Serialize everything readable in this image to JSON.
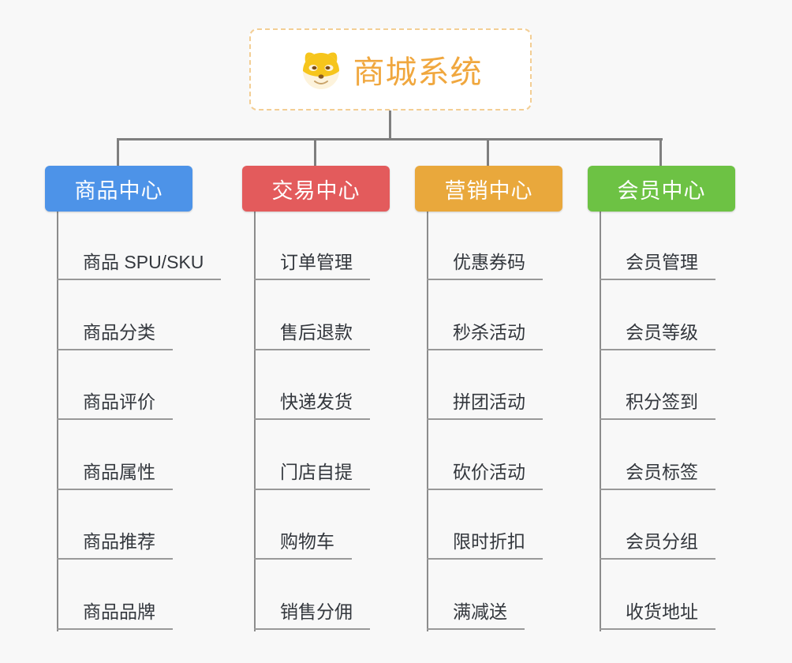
{
  "root": {
    "title": "商城系统",
    "icon": "shiba-dog-face-icon"
  },
  "colors": {
    "background": "#F8F8F8",
    "connector": "#7F7F7F",
    "leaf_underline": "#999999",
    "leaf_text": "#33373D",
    "root_text": "#F0A73E",
    "root_border": "#F3CE94",
    "branch_product": "#4D93E8",
    "branch_trade": "#E35B5C",
    "branch_marketing": "#E9A83C",
    "branch_member": "#6DC244"
  },
  "branches": [
    {
      "label": "商品中心",
      "color": "#4D93E8",
      "items": [
        "商品 SPU/SKU",
        "商品分类",
        "商品评价",
        "商品属性",
        "商品推荐",
        "商品品牌"
      ]
    },
    {
      "label": "交易中心",
      "color": "#E35B5C",
      "items": [
        "订单管理",
        "售后退款",
        "快递发货",
        "门店自提",
        "购物车",
        "销售分佣"
      ]
    },
    {
      "label": "营销中心",
      "color": "#E9A83C",
      "items": [
        "优惠券码",
        "秒杀活动",
        "拼团活动",
        "砍价活动",
        "限时折扣",
        "满减送"
      ]
    },
    {
      "label": "会员中心",
      "color": "#6DC244",
      "items": [
        "会员管理",
        "会员等级",
        "积分签到",
        "会员标签",
        "会员分组",
        "收货地址"
      ]
    }
  ]
}
